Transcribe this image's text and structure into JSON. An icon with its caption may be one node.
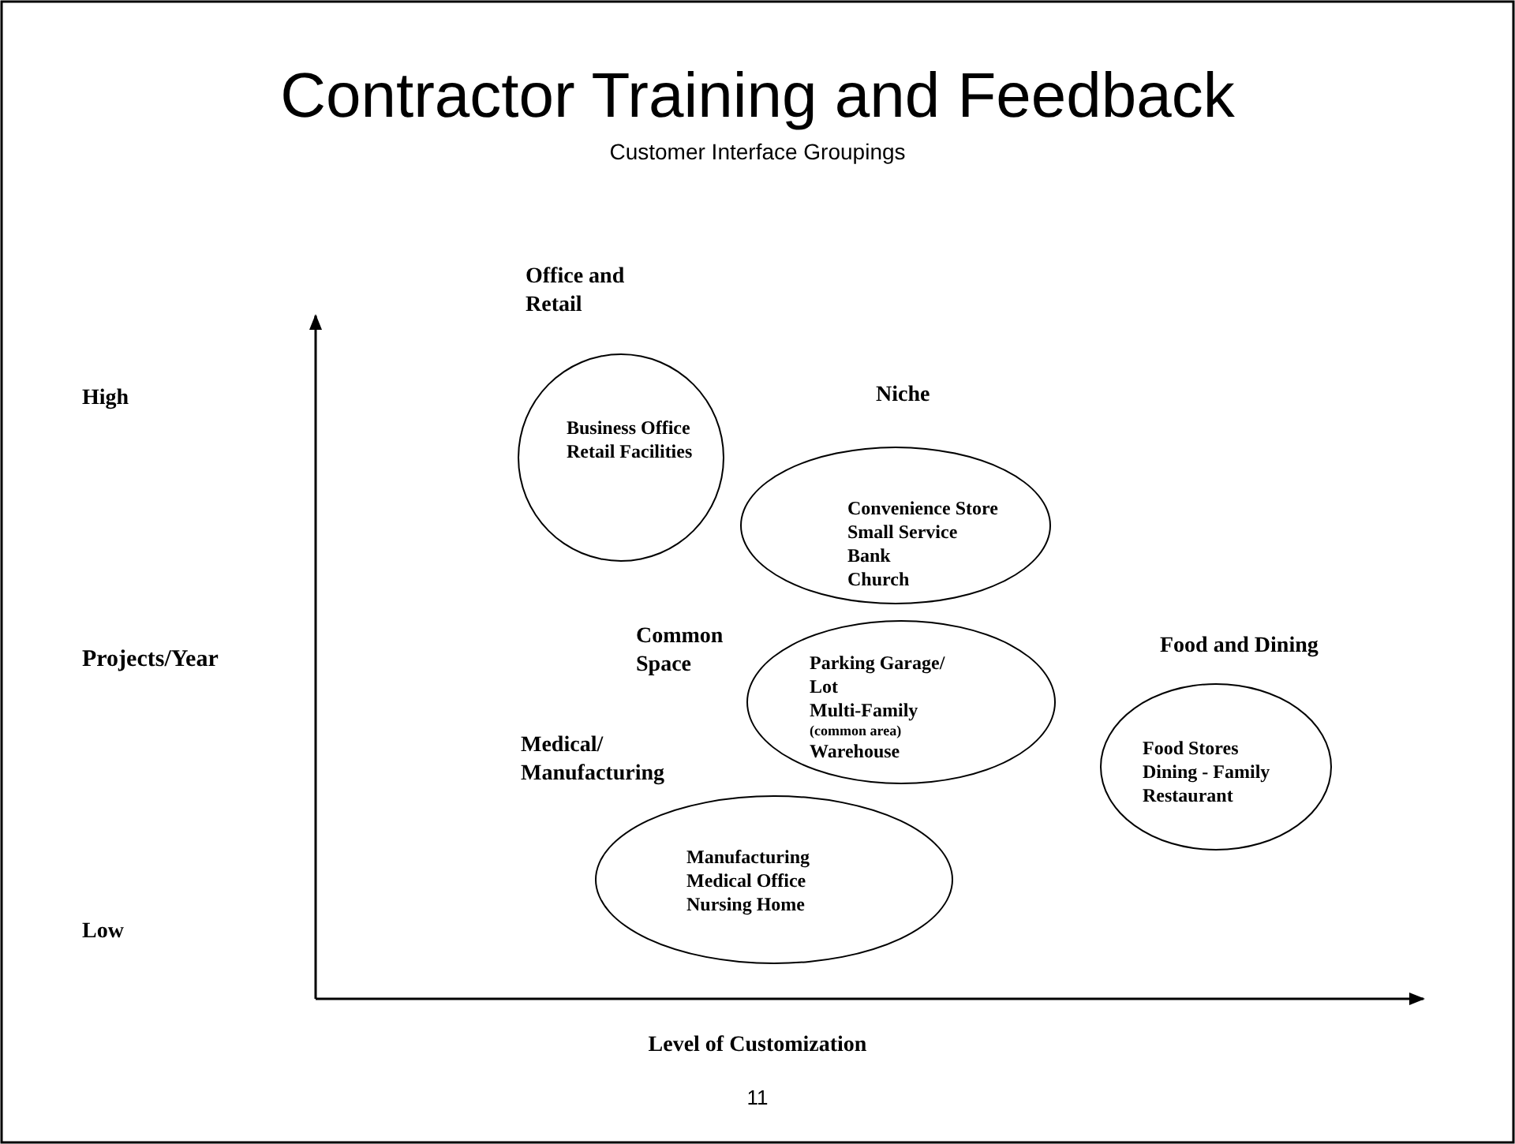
{
  "diagram": {
    "title": "Contractor Training and Feedback",
    "nodes": [
      {
        "text": [
          "Office and Retail",
          "Business Office",
          "Retail Facilities"
        ]
      },
      {
        "text": [
          "Niche",
          "Convenience Store",
          "Small Service",
          "Bank",
          "Church"
        ]
      },
      {
        "text": [
          "Common Space",
          "Parking Garage/ Lot",
          "Multi-Family",
          "(common area)",
          "Warehouse"
        ]
      },
      {
        "text": [
          "Food and Dining",
          "Food Stores",
          "Dining - Family",
          "Restaurant"
        ]
      },
      {
        "text": [
          "Medical/ Manufacturing",
          "Manufacturing",
          "Medical Office",
          "Nursing Home"
        ]
      }
    ],
    "edges": [],
    "labels": [
      "Customer Interface Groupings",
      "High",
      "Projects/Year",
      "Low",
      "Level of Customization",
      "11"
    ]
  }
}
